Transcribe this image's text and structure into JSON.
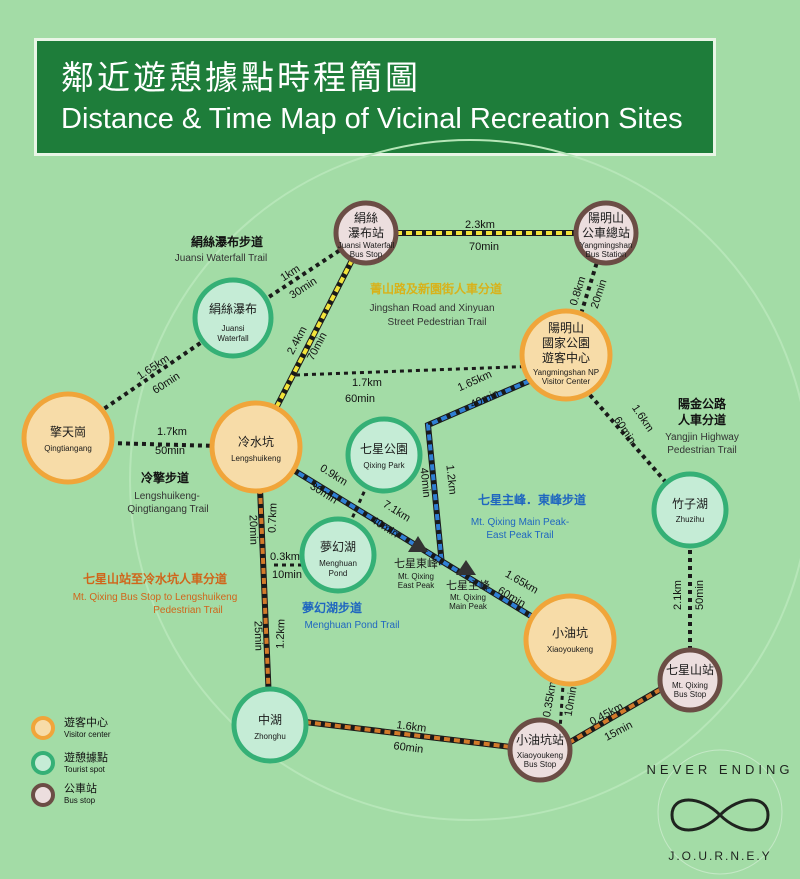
{
  "header": {
    "title_zh": "鄰近遊憩據點時程簡圖",
    "title_en": "Distance & Time Map of Vicinal Recreation Sites"
  },
  "colors": {
    "visitor_center_fill": "#f7dca8",
    "visitor_center_ring": "#f0a53a",
    "tourist_spot_fill": "#c5ecd6",
    "tourist_spot_ring": "#35b076",
    "bus_stop_fill": "#ecdede",
    "bus_stop_ring": "#6b4d45",
    "yellow_route": "#f2e43a",
    "blue_route": "#2f7fd4",
    "orange_route": "#d27a2a",
    "black_route": "#1a1a1a"
  },
  "nodes": [
    {
      "id": "juansi_bus",
      "type": "bus",
      "zh": [
        "絹絲",
        "瀑布站"
      ],
      "en": [
        "Juansi Waterfall",
        "Bus Stop"
      ]
    },
    {
      "id": "yangmingshan_bus",
      "type": "bus",
      "zh": [
        "陽明山",
        "公車總站"
      ],
      "en": [
        "Yangmingshan",
        "Bus Station"
      ]
    },
    {
      "id": "juansi_waterfall",
      "type": "spot",
      "zh": [
        "絹絲瀑布"
      ],
      "en": [
        "Juansi",
        "Waterfall"
      ]
    },
    {
      "id": "yangmingshan_vc",
      "type": "visitor",
      "zh": [
        "陽明山",
        "國家公園",
        "遊客中心"
      ],
      "en": [
        "Yangmingshan NP",
        "Visitor Center"
      ]
    },
    {
      "id": "qingtiangang",
      "type": "visitor",
      "zh": [
        "擎天崗"
      ],
      "en": [
        "Qingtiangang"
      ]
    },
    {
      "id": "lengshuikeng",
      "type": "visitor",
      "zh": [
        "冷水坑"
      ],
      "en": [
        "Lengshuikeng"
      ]
    },
    {
      "id": "qixing_park",
      "type": "spot",
      "zh": [
        "七星公園"
      ],
      "en": [
        "Qixing Park"
      ]
    },
    {
      "id": "zhuzihu",
      "type": "spot",
      "zh": [
        "竹子湖"
      ],
      "en": [
        "Zhuzihu"
      ]
    },
    {
      "id": "menghuan_pond",
      "type": "spot",
      "zh": [
        "夢幻湖"
      ],
      "en": [
        "Menghuan",
        "Pond"
      ]
    },
    {
      "id": "xiaoyoukeng",
      "type": "visitor",
      "zh": [
        "小油坑"
      ],
      "en": [
        "Xiaoyoukeng"
      ]
    },
    {
      "id": "qixing_bus",
      "type": "bus",
      "zh": [
        "七星山站"
      ],
      "en": [
        "Mt. Qixing",
        "Bus Stop"
      ]
    },
    {
      "id": "zhonghu",
      "type": "spot",
      "zh": [
        "中湖"
      ],
      "en": [
        "Zhonghu"
      ]
    },
    {
      "id": "xiaoyoukeng_bus",
      "type": "bus",
      "zh": [
        "小油坑站"
      ],
      "en": [
        "Xiaoyoukeng",
        "Bus Stop"
      ]
    }
  ],
  "peaks": [
    {
      "id": "east_peak",
      "zh": "七星東峰",
      "en": [
        "Mt. Qixing",
        "East Peak"
      ]
    },
    {
      "id": "main_peak",
      "zh": "七星主峰",
      "en": [
        "Mt. Qixing",
        "Main Peak"
      ]
    }
  ],
  "segments": [
    {
      "id": "juansi-bus_to_ymsbus",
      "dist": "2.3km",
      "time": "70min"
    },
    {
      "id": "juansi-bus_to_waterfall",
      "dist": "1km",
      "time": "30min"
    },
    {
      "id": "juansi-bus_to_lengshuikeng",
      "dist": "2.4km",
      "time": "70min"
    },
    {
      "id": "ymsbus_to_vc",
      "dist": "0.8km",
      "time": "20min"
    },
    {
      "id": "waterfall_to_qingtiangang",
      "dist": "1.65km",
      "time": "60min"
    },
    {
      "id": "lengshuikeng_to_vc",
      "dist": "1.7km",
      "time": "60min"
    },
    {
      "id": "vc_to_qixingpark",
      "dist": "1.65km",
      "time": "40min"
    },
    {
      "id": "qingtiangang_to_lengshuikeng",
      "dist": "1.7km",
      "time": "50min"
    },
    {
      "id": "vc_to_zhuzihu",
      "dist": "1.6km",
      "time": "60min"
    },
    {
      "id": "peak_junction",
      "dist": "1.2km",
      "time": "40min"
    },
    {
      "id": "lengshuikeng_to_menghuan",
      "dist": "0.9km",
      "time": "30min"
    },
    {
      "id": "lengshuikeng_to_peak",
      "dist": "7.1km",
      "time": "40min"
    },
    {
      "id": "lengshuikeng_to_zhonghu_a",
      "dist": "0.7km",
      "time": "20min"
    },
    {
      "id": "menghuan_to_road",
      "dist": "0.3km",
      "time": "10min"
    },
    {
      "id": "peak_to_xiaoyoukeng",
      "dist": "1.65km",
      "time": "60min"
    },
    {
      "id": "zhuzihu_to_qixingbus",
      "dist": "2.1km",
      "time": "50min"
    },
    {
      "id": "lengshuikeng_to_zhonghu_b",
      "dist": "1.2km",
      "time": "25min"
    },
    {
      "id": "xiaoyoukeng_to_bus",
      "dist": "0.35km",
      "time": "10min"
    },
    {
      "id": "xybus_to_qixingbus",
      "dist": "0.45km",
      "time": "15min"
    },
    {
      "id": "zhonghu_to_xybus",
      "dist": "1.6km",
      "time": "60min"
    }
  ],
  "trails": [
    {
      "id": "juansi_trail",
      "zh": "絹絲瀑布步道",
      "en": [
        "Juansi Waterfall Trail"
      ]
    },
    {
      "id": "jingshan_trail",
      "zh": "菁山路及新園街人車分道",
      "en": [
        "Jingshan Road and Xinyuan",
        "Street Pedestrian Trail"
      ]
    },
    {
      "id": "yangjin_trail",
      "zh": [
        "陽金公路",
        "人車分道"
      ],
      "en": [
        "Yangjin Highway",
        "Pedestrian Trail"
      ]
    },
    {
      "id": "lengqing_trail",
      "zh": "冷擎步道",
      "en": [
        "Lengshuikeng-",
        "Qingtiangang Trail"
      ]
    },
    {
      "id": "qixing_main_trail",
      "zh": "七星主峰．東峰步道",
      "en": [
        "Mt. Qixing Main Peak-",
        "East Peak Trail"
      ]
    },
    {
      "id": "qixing_bus_trail",
      "zh": "七星山站至冷水坑人車分道",
      "en": [
        "Mt. Qixing Bus Stop to Lengshuikeng",
        "Pedestrian Trail"
      ]
    },
    {
      "id": "menghuan_trail",
      "zh": "夢幻湖步道",
      "en": [
        "Menghuan Pond Trail"
      ]
    }
  ],
  "legend": [
    {
      "type": "visitor",
      "zh": "遊客中心",
      "en": "Visitor center"
    },
    {
      "type": "spot",
      "zh": "遊憩據點",
      "en": "Tourist spot"
    },
    {
      "type": "bus",
      "zh": "公車站",
      "en": "Bus stop"
    }
  ],
  "watermark": {
    "top": "NEVER ENDING",
    "bottom": "J.O.U.R.N.E.Y"
  }
}
